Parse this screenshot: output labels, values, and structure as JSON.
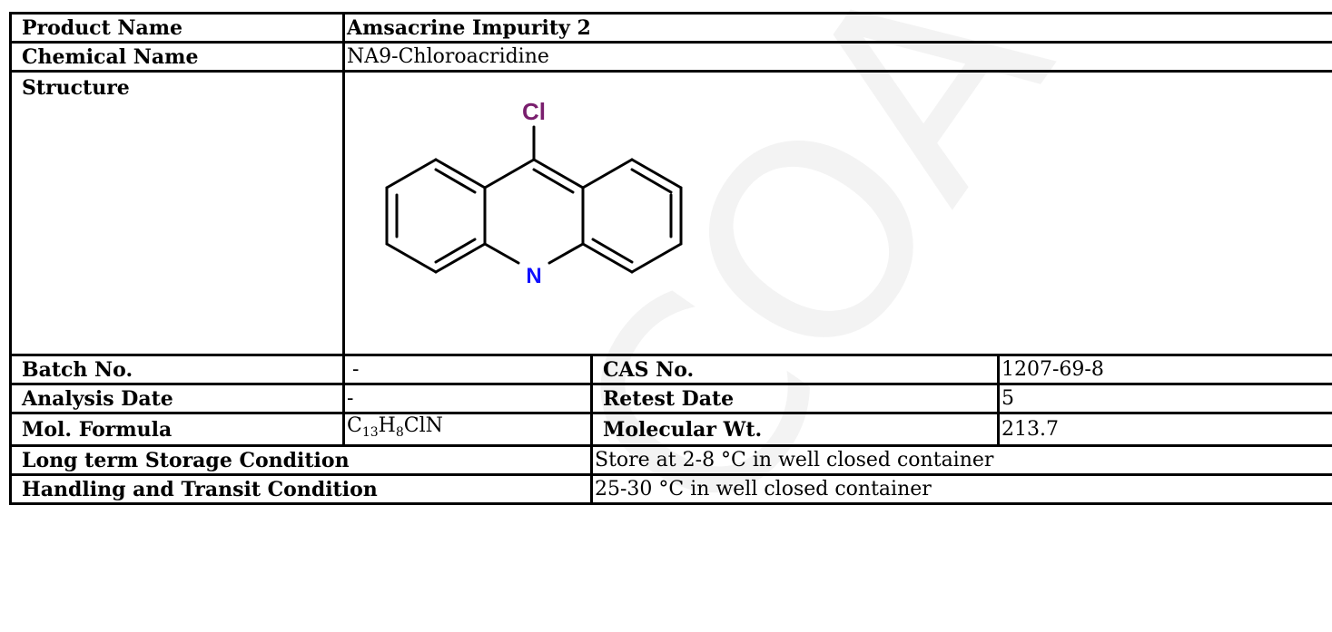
{
  "watermark": "COA",
  "product": {
    "product_name_label": "Product Name",
    "product_name_value": "Amsacrine Impurity 2",
    "chemical_name_label": "Chemical Name",
    "chemical_name_value": "NA9-Chloroacridine",
    "structure_label": "Structure"
  },
  "structure": {
    "atom_cl": "Cl",
    "atom_n": "N",
    "cl_color": "#7a1f6e",
    "n_color": "#1010ff"
  },
  "batch": {
    "batch_label": "Batch No.",
    "batch_value": "-",
    "cas_label": "CAS No.",
    "cas_value": "1207-69-8"
  },
  "analysis": {
    "analysis_label": "Analysis Date",
    "analysis_value": "-",
    "retest_label": "Retest Date",
    "retest_value": "5"
  },
  "formula": {
    "formula_label": "Mol. Formula",
    "formula_c": "C",
    "formula_c_sub": "13",
    "formula_h": "H",
    "formula_h_sub": "8",
    "formula_rest": "ClN",
    "mw_label": "Molecular Wt.",
    "mw_value": "213.7"
  },
  "storage": {
    "long_term_label": "Long term Storage Condition",
    "long_term_value": "Store at 2-8 °C in well closed container",
    "handling_label": "Handling and Transit Condition",
    "handling_value": "25-30 °C in well closed container"
  }
}
